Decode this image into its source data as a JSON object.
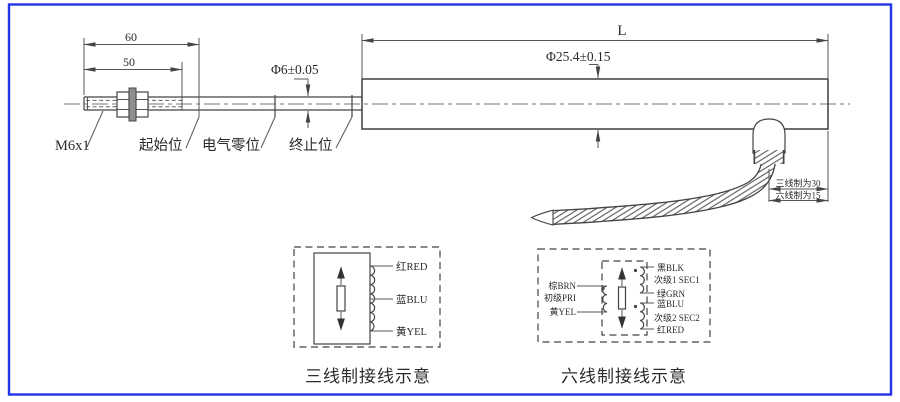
{
  "colors": {
    "border": "#2233e8",
    "line": "#444444",
    "washer": "#8f8f8f"
  },
  "main_drawing": {
    "dim_60": "60",
    "dim_50": "50",
    "thread_label": "M6x1",
    "start_label": "起始位",
    "zero_label": "电气零位",
    "end_label": "终止位",
    "rod_dia": "Φ6±0.05",
    "body_dia": "Φ25.4±0.15",
    "length_label": "L",
    "cable_note_three": "三线制为30",
    "cable_note_six": "六线制为15"
  },
  "three_wire": {
    "tap_red": "红RED",
    "tap_blue": "蓝BLU",
    "tap_yellow": "黄YEL",
    "caption": "三线制接线示意"
  },
  "six_wire": {
    "left_brown": "棕BRN",
    "left_primary": "初级PRI",
    "left_yellow": "黄YEL",
    "right_black": "黑BLK",
    "right_sec1": "次级1 SEC1",
    "right_green": "绿GRN",
    "right_blue": "蓝BLU",
    "right_sec2": "次级2 SEC2",
    "right_red": "红RED",
    "caption": "六线制接线示意"
  }
}
